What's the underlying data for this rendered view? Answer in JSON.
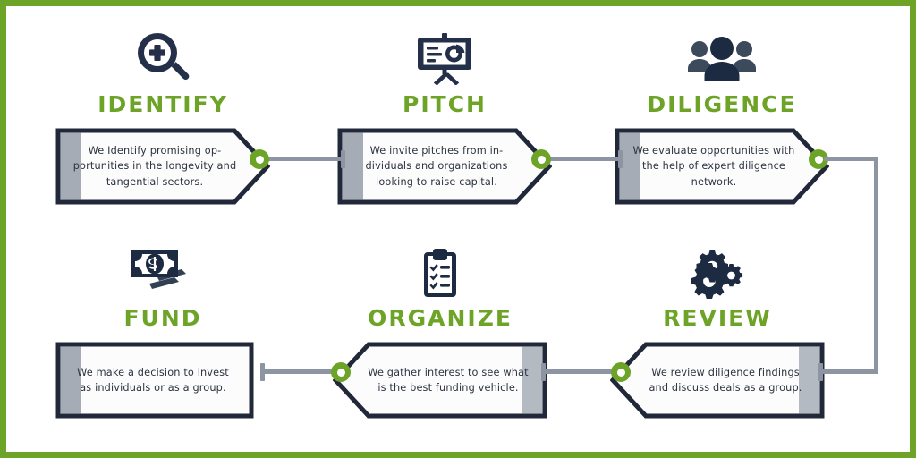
{
  "page": {
    "title": "Investment Process Flow",
    "border_color": "#6DA427",
    "accent_green": "#6DA427",
    "navy": "#20283A",
    "connector_gray": "#8C95A1",
    "body_text_color": "#2B3240"
  },
  "steps": [
    {
      "id": "identify",
      "title": "IDENTIFY",
      "icon": "magnifier-plus-icon",
      "body": "We Identify promising op-portunities in the longevity and tangential sectors.",
      "body_lines": [
        "We Identify promising op-",
        "portunities in the longevity",
        "and tangential sectors."
      ],
      "shape": "point-right",
      "row": "top",
      "order": 1
    },
    {
      "id": "pitch",
      "title": "PITCH",
      "icon": "presentation-chart-icon",
      "body": "We invite pitches from in-dividuals and organizations looking to raise capital.",
      "body_lines": [
        "We invite pitches from in-",
        "dividuals and organizations",
        "looking to raise capital."
      ],
      "shape": "point-right",
      "row": "top",
      "order": 2
    },
    {
      "id": "diligence",
      "title": "DILIGENCE",
      "icon": "people-group-icon",
      "body": "We evaluate opportunities with the help of expert diligence network.",
      "body_lines": [
        "We evaluate opportunities",
        "with the help of expert",
        "diligence network."
      ],
      "shape": "point-right",
      "row": "top",
      "order": 3
    },
    {
      "id": "fund",
      "title": "FUND",
      "icon": "money-bills-icon",
      "body": "We make a decision to invest as individuals or as a group.",
      "body_lines": [
        "We make a decision to",
        "invest as individuals or",
        "as a group."
      ],
      "shape": "rectangle",
      "row": "bottom",
      "order": 6
    },
    {
      "id": "organize",
      "title": "ORGANIZE",
      "icon": "clipboard-checklist-icon",
      "body": "We gather interest to see what is the best funding vehicle.",
      "body_lines": [
        "We gather interest to see",
        "what is the best funding",
        "vehicle."
      ],
      "shape": "point-left",
      "row": "bottom",
      "order": 5
    },
    {
      "id": "review",
      "title": "REVIEW",
      "icon": "gears-icon",
      "body": "We review diligence findings and discuss deals as a group.",
      "body_lines": [
        "We review diligence",
        "findings and discuss deals",
        "as a group."
      ],
      "shape": "point-left",
      "row": "bottom",
      "order": 4
    }
  ],
  "connectors": [
    {
      "id": "identify-to-pitch",
      "from": "identify",
      "to": "pitch",
      "style": "ring-left-cap-right"
    },
    {
      "id": "pitch-to-diligence",
      "from": "pitch",
      "to": "diligence",
      "style": "ring-left-cap-right"
    },
    {
      "id": "diligence-to-review",
      "from": "diligence",
      "to": "review",
      "style": "ring-left-elbow-down-cap-left"
    },
    {
      "id": "review-to-organize",
      "from": "review",
      "to": "organize",
      "style": "cap-right-ring-left"
    },
    {
      "id": "organize-to-fund",
      "from": "organize",
      "to": "fund",
      "style": "cap-right-ring-left"
    }
  ]
}
